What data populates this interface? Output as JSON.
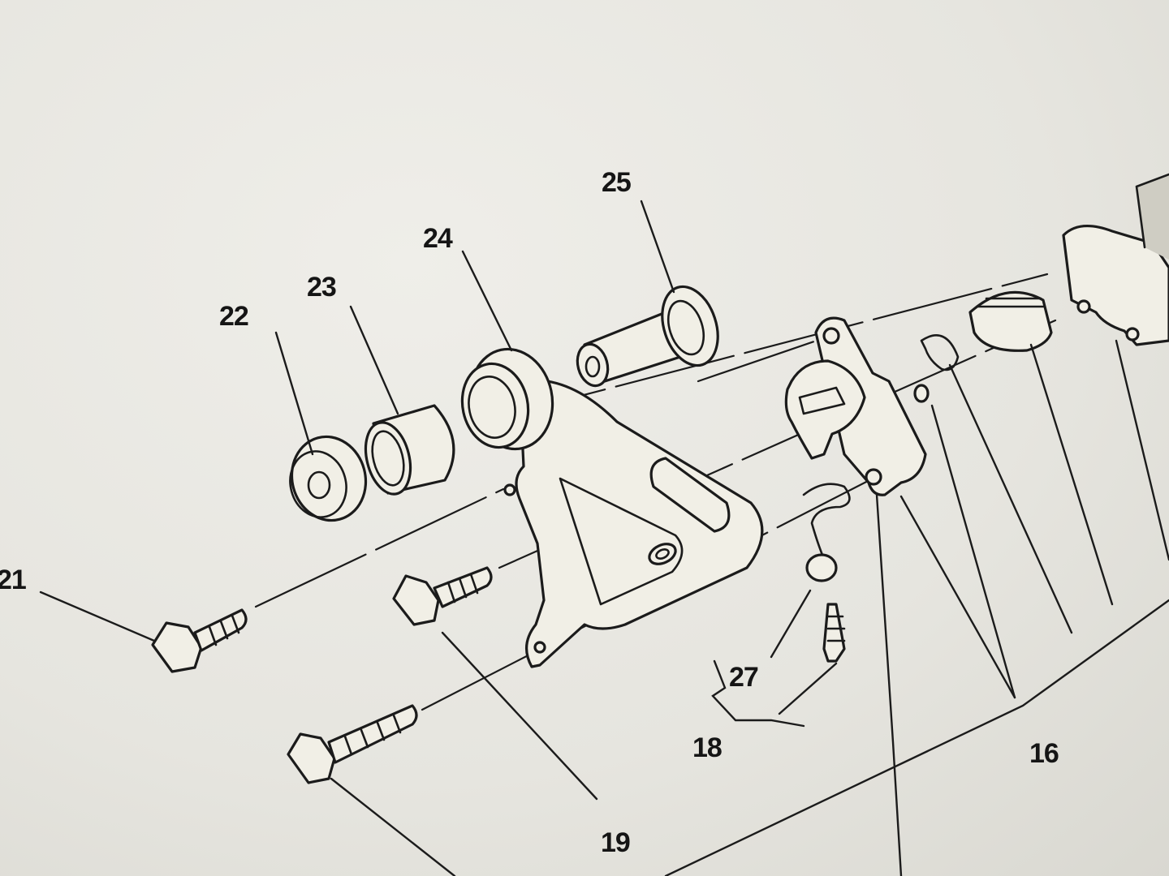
{
  "callouts": {
    "c16": "16",
    "c18": "18",
    "c19": "19",
    "c21": "21",
    "c22": "22",
    "c23": "23",
    "c24": "24",
    "c25": "25",
    "c27": "27"
  },
  "colors": {
    "paper": "#e9e8e2",
    "ink": "#1b1b1b",
    "part_fill": "#f1efe6"
  }
}
